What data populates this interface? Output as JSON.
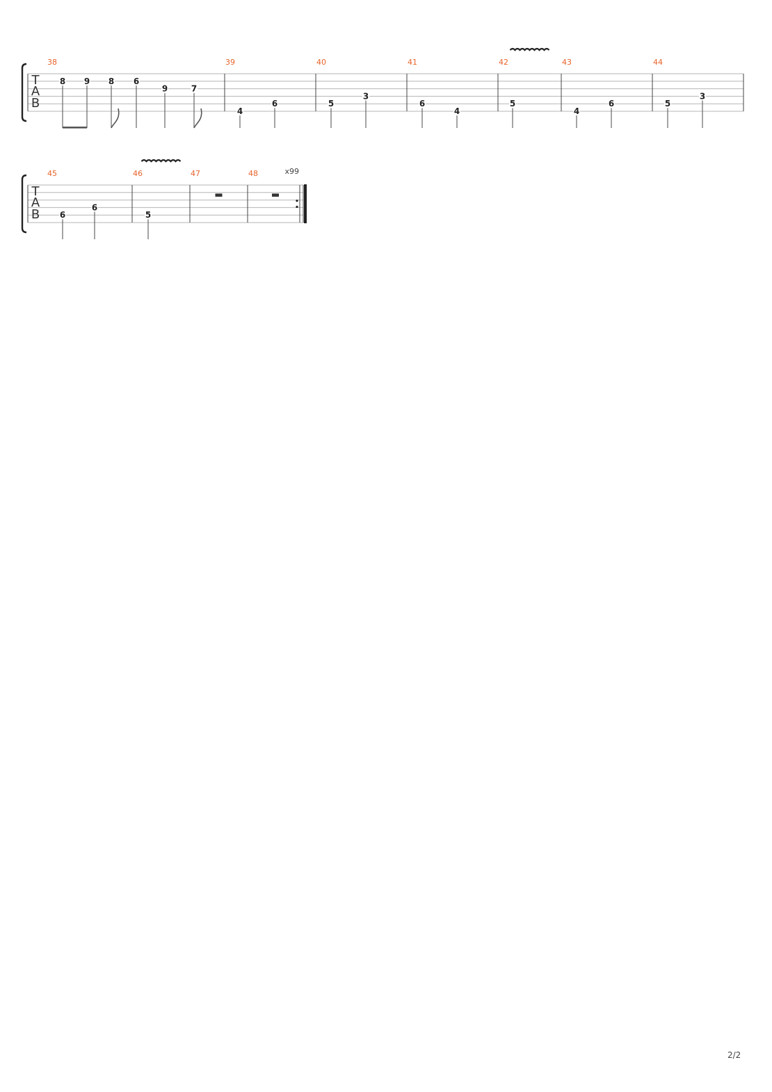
{
  "clef": {
    "letters": [
      "T",
      "A",
      "B"
    ]
  },
  "systems": [
    {
      "measures": [
        {
          "number": "38",
          "notes": [
            {
              "fret": "8",
              "string": 2
            },
            {
              "fret": "9",
              "string": 2
            },
            {
              "fret": "8",
              "string": 2
            },
            {
              "fret": "6",
              "string": 2
            },
            {
              "fret": "9",
              "string": 3
            },
            {
              "fret": "7",
              "string": 3
            }
          ]
        },
        {
          "number": "39",
          "notes": [
            {
              "fret": "4",
              "string": 6
            },
            {
              "fret": "6",
              "string": 5
            }
          ]
        },
        {
          "number": "40",
          "notes": [
            {
              "fret": "5",
              "string": 5
            },
            {
              "fret": "3",
              "string": 4
            }
          ]
        },
        {
          "number": "41",
          "notes": [
            {
              "fret": "6",
              "string": 5
            },
            {
              "fret": "4",
              "string": 6
            }
          ]
        },
        {
          "number": "42",
          "notes": [
            {
              "fret": "5",
              "string": 5
            }
          ],
          "vibrato": true
        },
        {
          "number": "43",
          "notes": [
            {
              "fret": "4",
              "string": 6
            },
            {
              "fret": "6",
              "string": 5
            }
          ]
        },
        {
          "number": "44",
          "notes": [
            {
              "fret": "5",
              "string": 5
            },
            {
              "fret": "3",
              "string": 4
            }
          ]
        }
      ]
    },
    {
      "measures": [
        {
          "number": "45",
          "notes": [
            {
              "fret": "6",
              "string": 5
            },
            {
              "fret": "6",
              "string": 4
            }
          ]
        },
        {
          "number": "46",
          "notes": [
            {
              "fret": "5",
              "string": 5
            }
          ],
          "vibrato": true
        },
        {
          "number": "47",
          "rest": true
        },
        {
          "number": "48",
          "rest": true
        }
      ],
      "repeat_count": "x99"
    }
  ],
  "page_number": "2/2"
}
